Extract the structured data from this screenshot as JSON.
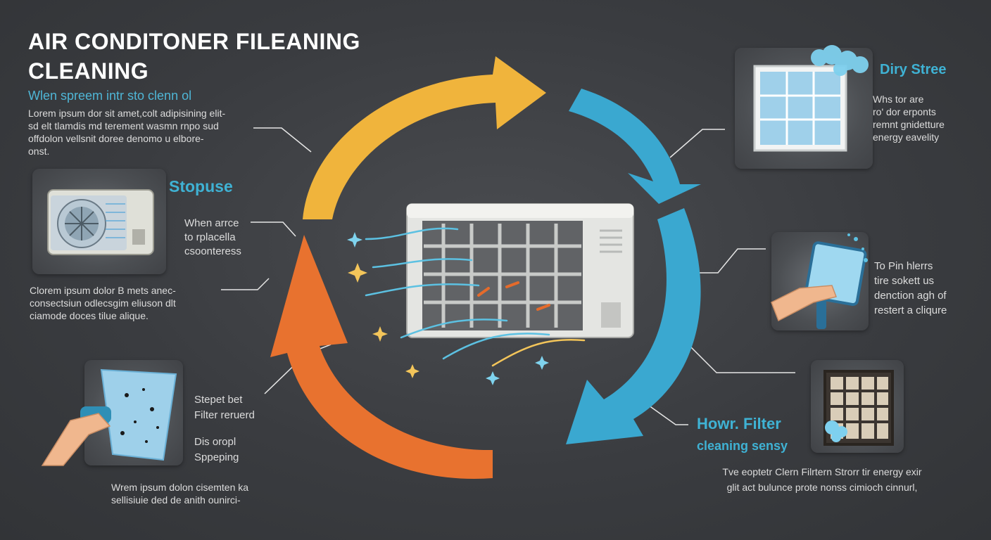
{
  "header": {
    "title_line1": "AIR CONDITONER FILEANING",
    "title_line2": "CLEANING",
    "subtitle": "Wlen spreem intr sto clenn ol",
    "intro": [
      "Lorem ipsum dor sit amet,colt adipisining elit-",
      "sd elt tlamdis md terement wasmn rnpo sud",
      "offdolon vellsnit doree denomo u elbore-",
      "onst."
    ]
  },
  "left_sections": {
    "stopuse": {
      "heading": "Stopuse",
      "note": [
        "When arrce",
        "to rplacella",
        "csoonteress"
      ],
      "body": [
        "Clorem ipsum dolor B mets anec-",
        "consectsiun odlecsgim eliuson dlt",
        "ciamode doces tilue alique."
      ]
    },
    "filter_step": {
      "note1": [
        "Stepet bet",
        "Filter reruerd"
      ],
      "note2": [
        "Dis oropl",
        "Sppeping"
      ],
      "body": [
        "Wrem ipsum dolon cisemten ka",
        "sellisiuie ded de anith ounirci-"
      ]
    }
  },
  "right_sections": {
    "dirty": {
      "heading": "Diry Stree",
      "body": [
        "Whs tor are",
        "ro' dor erponts",
        "remnt gnidetture",
        "energy eavelity"
      ]
    },
    "pin": {
      "body": [
        "To Pin hlerrs",
        "tire sokett us",
        "denction agh of",
        "restert a cliqure"
      ]
    },
    "howr": {
      "heading1": "Howr. Filter",
      "heading2": "cleaning sensy",
      "body": [
        "Tve eoptetr Clern Filrtern Strorr tir energy exir",
        "glit act bulunce prote nonss cimioch cinnurl,"
      ]
    }
  },
  "colors": {
    "yellow_arrow": "#f0b43c",
    "orange_arrow": "#e8722f",
    "blue_arrow": "#3aa8d0",
    "accent_blue": "#3fb2d4",
    "background": "#3a3c40"
  }
}
